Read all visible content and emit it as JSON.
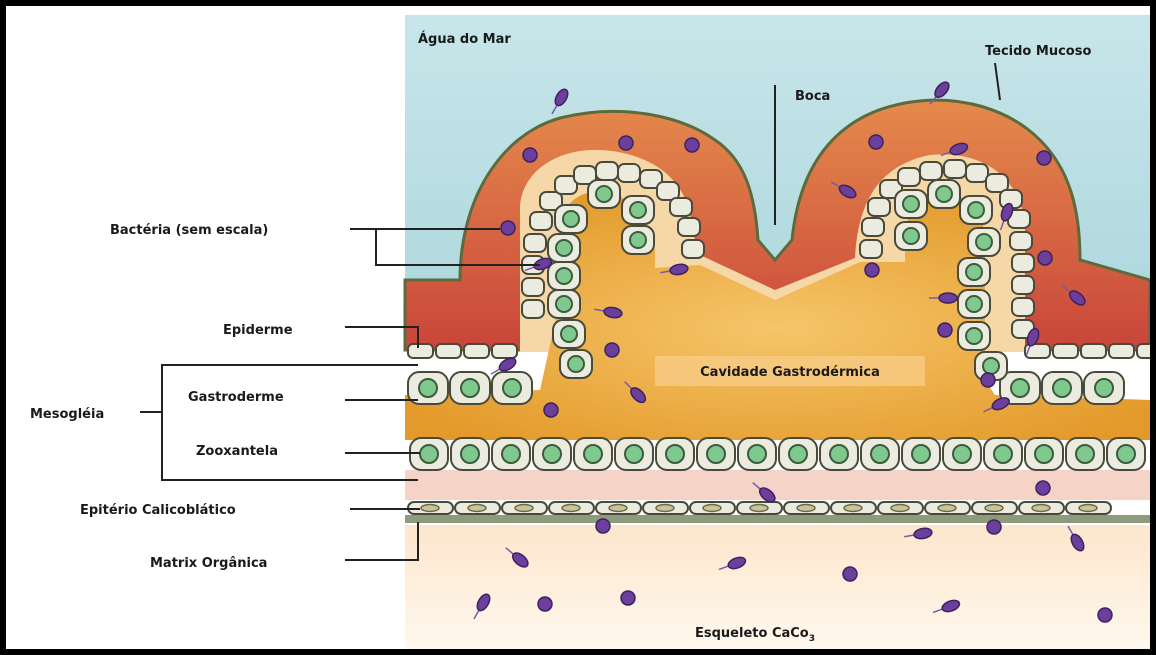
{
  "labels": {
    "sea_water": "Água do Mar",
    "mucus": "Tecido Mucoso",
    "mouth": "Boca",
    "bacteria": "Bactéria (sem escala)",
    "epidermis": "Epiderme",
    "mesoglea": "Mesogléia",
    "gastrodermis": "Gastroderme",
    "zooxanthella": "Zooxantela",
    "calicoblastic": "Epitério Calicoblático",
    "organic_matrix": "Matrix Orgânica",
    "gastro_cavity": "Cavidade Gastrodérmica",
    "skeleton": "Esqueleto CaCo",
    "skeleton_sub": "3"
  },
  "colors": {
    "sea": "#bfe0e4",
    "mucus": "#d9603c",
    "ectoderm": "#f6d8a8",
    "mesoglea": "#e7a02a",
    "cavity": "#edae46",
    "tissue_pink": "#f5d3c6",
    "cell_fill": "#ecebe0",
    "nucleus": "#7fc98e",
    "bacteria": "#6c3f9c",
    "skeleton": "#fdf3e3"
  }
}
